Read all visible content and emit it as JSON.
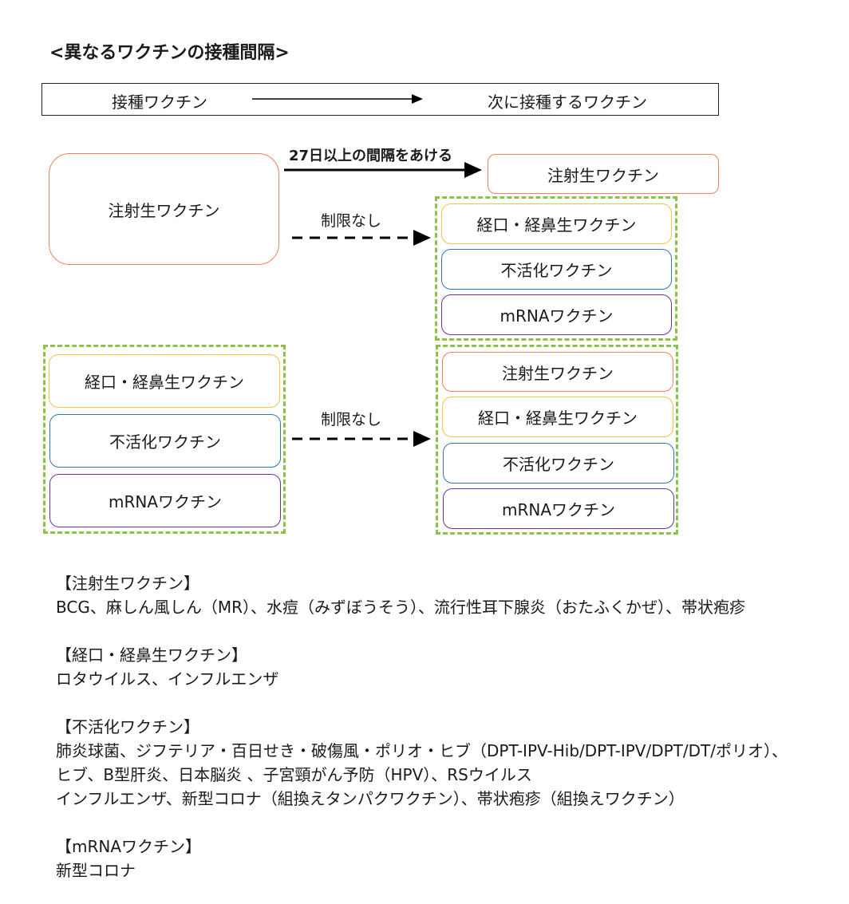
{
  "title": "<異なるワクチンの接種間隔>",
  "legend": {
    "from": "接種ワクチン",
    "to": "次に接種するワクチン"
  },
  "top_section": {
    "source": "注射生ワクチン",
    "arrow_solid_label": "27日以上の間隔をあける",
    "target_solid": "注射生ワクチン",
    "arrow_dashed_label": "制限なし",
    "targets_dashed": [
      "経口・経鼻生ワクチン",
      "不活化ワクチン",
      "mRNAワクチン"
    ]
  },
  "bottom_section": {
    "sources": [
      "経口・経鼻生ワクチン",
      "不活化ワクチン",
      "mRNAワクチン"
    ],
    "arrow_dashed_label": "制限なし",
    "targets": [
      "注射生ワクチン",
      "経口・経鼻生ワクチン",
      "不活化ワクチン",
      "mRNAワクチン"
    ]
  },
  "notes": [
    {
      "heading": "【注射生ワクチン】",
      "lines": [
        "BCG、麻しん風しん（MR）、水痘（みずぼうそう）、流行性耳下腺炎（おたふくかぜ）、帯状疱疹"
      ]
    },
    {
      "heading": "【経口・経鼻生ワクチン】",
      "lines": [
        "ロタウイルス、インフルエンザ"
      ]
    },
    {
      "heading": "【不活化ワクチン】",
      "lines": [
        "肺炎球菌、ジフテリア・百日せき・破傷風・ポリオ・ヒブ（DPT-IPV-Hib/DPT-IPV/DPT/DT/ポリオ）、",
        "ヒブ、B型肝炎、日本脳炎 、子宮頸がん予防（HPV）、RSウイルス",
        "インフルエンザ、新型コロナ（組換えタンパクワクチン）、帯状疱疹（組換えワクチン）"
      ]
    },
    {
      "heading": "【mRNAワクチン】",
      "lines": [
        "新型コロナ"
      ]
    }
  ],
  "colors": {
    "live_injection": "#f0825a",
    "oral_nasal": "#f5c242",
    "inactivated": "#2e75b6",
    "mrna": "#7030a0",
    "group_dash": "#8bc34a"
  }
}
